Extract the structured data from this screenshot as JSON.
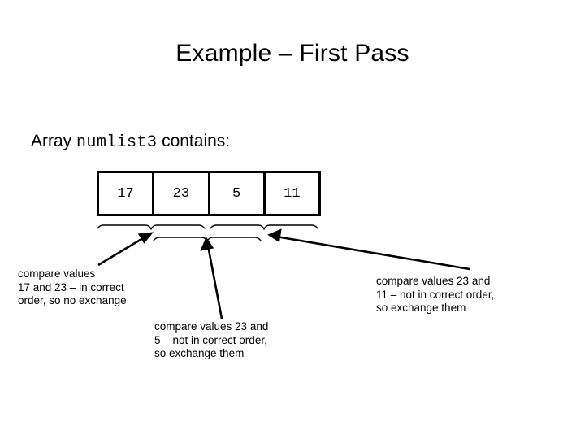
{
  "slide": {
    "title": "Example – First Pass",
    "background_color": "#ffffff",
    "text_color": "#000000"
  },
  "caption": {
    "prefix": "Array ",
    "variable": "numlist3",
    "suffix": " contains:"
  },
  "array": {
    "name": "numlist3",
    "cells": [
      {
        "index": 0,
        "value": "17"
      },
      {
        "index": 1,
        "value": "23"
      },
      {
        "index": 2,
        "value": "5"
      },
      {
        "index": 3,
        "value": "11"
      }
    ]
  },
  "comparisons": [
    {
      "id": "left",
      "cells": [
        0,
        1
      ],
      "text": "compare values\n17 and 23 – in correct\norder, so no exchange"
    },
    {
      "id": "center",
      "cells": [
        1,
        2
      ],
      "text": "compare values 23 and\n5 – not in correct order,\nso exchange them"
    },
    {
      "id": "right",
      "cells": [
        2,
        3
      ],
      "text": "compare values 23 and\n11 – not in correct order,\nso exchange them"
    }
  ]
}
